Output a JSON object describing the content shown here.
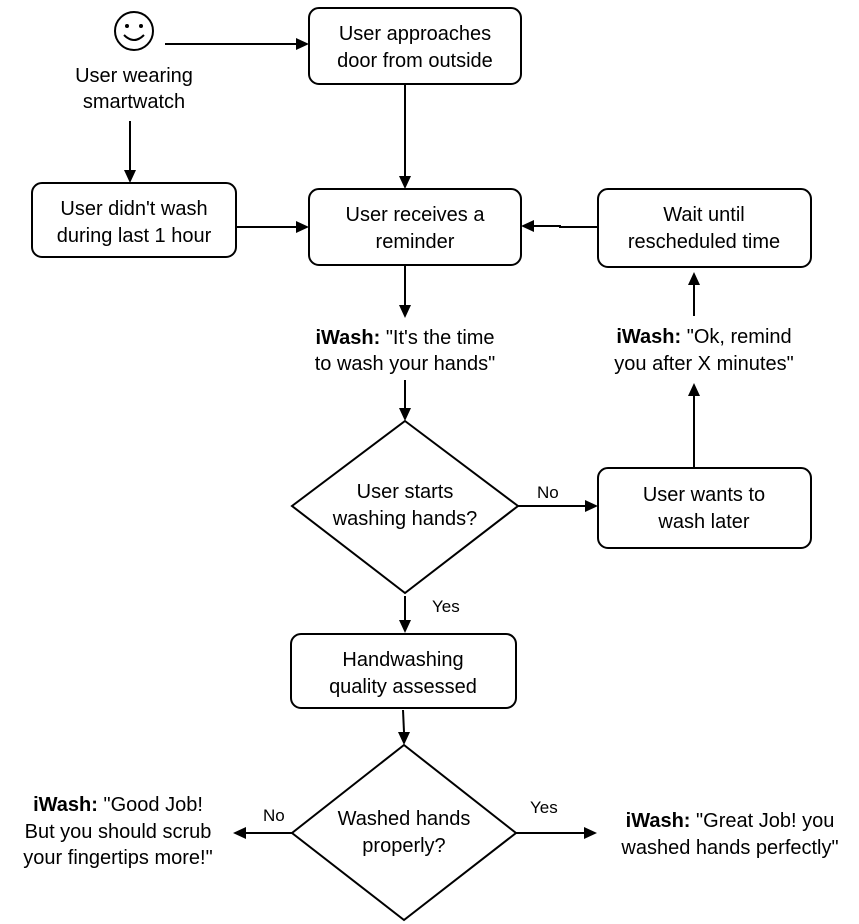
{
  "nodes": {
    "user_wearing": {
      "icon": "smiley-icon",
      "lines": [
        "User wearing",
        "smartwatch"
      ]
    },
    "approaches": {
      "lines": [
        "User approaches",
        "door from outside"
      ]
    },
    "didnt_wash": {
      "lines": [
        "User didn't wash",
        "during last 1 hour"
      ]
    },
    "receives": {
      "lines": [
        "User receives a",
        "reminder"
      ]
    },
    "wait": {
      "lines": [
        "Wait until",
        "rescheduled time"
      ]
    },
    "starts_decision": {
      "lines": [
        "User starts",
        "washing hands?"
      ]
    },
    "wants_later": {
      "lines": [
        "User wants to",
        "wash later"
      ]
    },
    "quality": {
      "lines": [
        "Handwashing",
        "quality assessed"
      ]
    },
    "washed_decision": {
      "lines": [
        "Washed hands",
        "properly?"
      ]
    }
  },
  "messages": {
    "time_to_wash": {
      "speaker": "iWash:",
      "line1": " \"It's the time",
      "line2": "to wash your hands\""
    },
    "remind_later": {
      "speaker": "iWash:",
      "line1": " \"Ok, remind",
      "line2": "you after X minutes\""
    },
    "good_job": {
      "speaker": "iWash:",
      "line1": " \"Good Job!",
      "line2": "But you should scrub",
      "line3": "your fingertips more!\""
    },
    "great_job": {
      "speaker": "iWash:",
      "line1": " \"Great Job! you",
      "line2": "washed hands perfectly\""
    }
  },
  "edge_labels": {
    "starts_no": "No",
    "starts_yes": "Yes",
    "washed_no": "No",
    "washed_yes": "Yes"
  }
}
